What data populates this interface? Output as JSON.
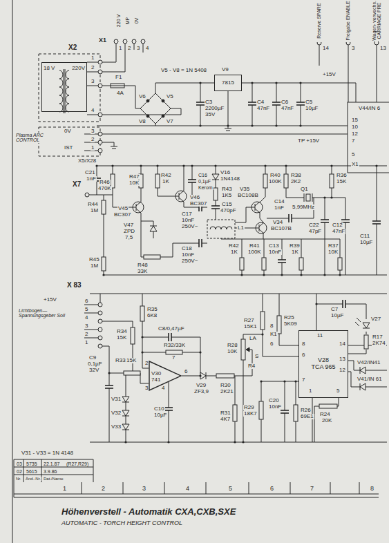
{
  "diagram": {
    "title": "Höhenverstell - Automatik CXA,CXB,SXE",
    "caption": "AUTOMATIC - TORCH HEIGHT CONTROL",
    "nodes": [
      {
        "text": [
          "18 V",
          "220V"
        ]
      },
      {
        "text": [
          "V9",
          "7815"
        ]
      },
      {
        "text": [
          "V30",
          "741"
        ]
      },
      {
        "text": [
          "V28",
          "TCA 965"
        ]
      }
    ],
    "labels": [
      "X1",
      "220 V",
      "MP",
      "0V",
      "1",
      "2",
      "3",
      "4",
      "Reserve SPARE",
      "14",
      "Freigabe ENABLE",
      "3",
      "Wagen- verwechs. CARRIAGE PRE",
      "13",
      "X2",
      "1",
      "2",
      "3",
      "4",
      "F1",
      "4A",
      "V5 - V8 = 1N 5408",
      "V6",
      "V5",
      "V8",
      "V7",
      "C3",
      "2200µF",
      "35V",
      "C4",
      "47nF",
      "+15V",
      "C6",
      "47nF",
      "C5",
      "10µF",
      "V44/IN 6",
      "15",
      "10",
      "12",
      "7",
      "5",
      "X1",
      "TP +15V",
      "Plasma ARC CONTROL",
      "0V",
      "IST",
      "3",
      "2",
      "1",
      "X5/X28",
      "C21",
      "1nF",
      "R46",
      "470K",
      "R44",
      "1M",
      "X7",
      "R47",
      "10K",
      "V45",
      "BC307",
      "V47",
      "ZPD",
      "7,5",
      "R48",
      "33K",
      "R42",
      "1K",
      "V46",
      "BC307",
      "C16",
      "0,1µF",
      "Kerom",
      "C17",
      "10nF",
      "250V~",
      "C18",
      "10nF",
      "250V~",
      "V16",
      "1N4148",
      "R43",
      "1K5",
      "C15",
      "470pF",
      "L1",
      "R40",
      "100K",
      "V35",
      "BC108B",
      "R38",
      "2K2",
      "Q1",
      "5,99MHz",
      "R36",
      "15K",
      "C14",
      "1nF",
      "V34",
      "BC107B",
      "C22",
      "47pF",
      "C12",
      "47nF",
      "C11",
      "10µF",
      "R42",
      "1K",
      "R41",
      "100K",
      "C13",
      "10nF",
      "R39",
      "1K",
      "R37",
      "10K",
      "R45",
      "1M",
      "X 83",
      "+15V",
      "Lichtbogen— Spannungsgeber Soll",
      "6",
      "5",
      "4",
      "3",
      "2",
      "1",
      "R35",
      "6K8",
      "C8/0,47µF",
      "R32/33K",
      "C9",
      "0,1µF",
      "32V",
      "R34",
      "15K",
      "R33",
      "15K",
      "2",
      "3",
      "7",
      "6",
      "4",
      "V29",
      "ZF3,9",
      "R30",
      "2K21",
      "C10",
      "10µF",
      "V31",
      "V32",
      "V33",
      "V31 - V33 = 1N 4148",
      "R31",
      "4K7",
      "R27",
      "15K1",
      "R28",
      "10K",
      "LA",
      "S",
      "R4",
      "8",
      "K1",
      "6",
      "R25",
      "5K09",
      "R29",
      "18K7",
      "C20",
      "10nF",
      "R26",
      "69E1",
      "C7",
      "10µF",
      "11",
      "8",
      "6",
      "7",
      "14",
      "13",
      "12",
      "1",
      "5",
      "R24",
      "20K",
      "V27",
      "R17",
      "2K74",
      "V42/IN41",
      "V41/IN 61",
      "03",
      "5735",
      "22.1.87",
      "(R27,R29)",
      "02",
      "5615",
      "3.9.86",
      "Nr.",
      "Änd.-Nr.",
      "Dat./Name",
      "1",
      "2",
      "3",
      "4",
      "5",
      "6",
      "7",
      "8"
    ]
  }
}
